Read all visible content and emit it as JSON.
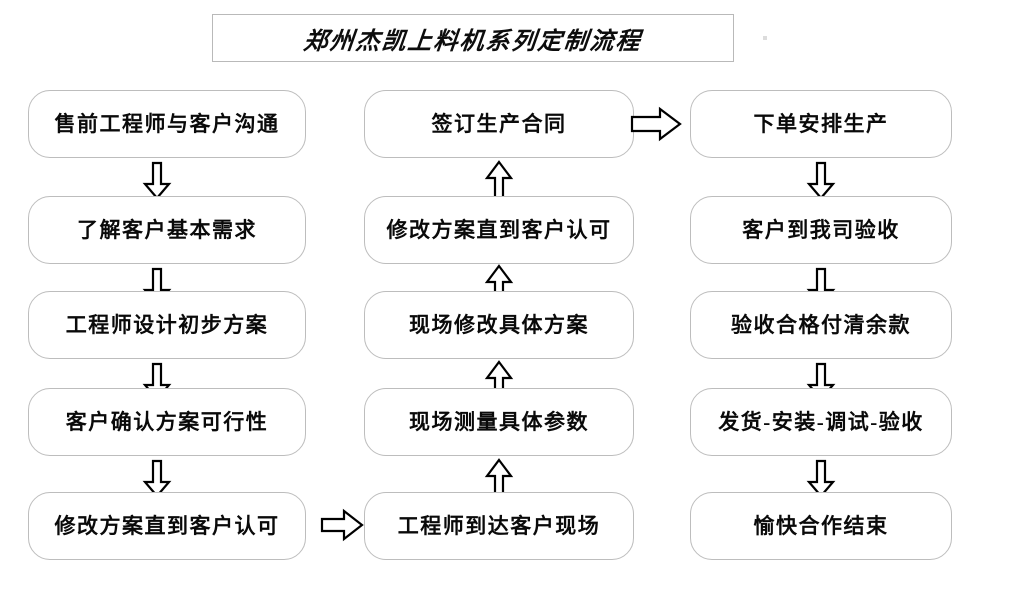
{
  "title": {
    "text": "郑州杰凯上料机系列定制流程"
  },
  "colors": {
    "box_border": "#bdbdbd",
    "title_border": "#b9b9b9",
    "text": "#0a0a0a",
    "arrow_stroke": "#000000",
    "background": "#ffffff"
  },
  "columns": [
    {
      "name": "pre-sales-column",
      "flow_direction": "down",
      "nodes": [
        {
          "id": "n1",
          "label": "售前工程师与客户沟通"
        },
        {
          "id": "n2",
          "label": "了解客户基本需求"
        },
        {
          "id": "n3",
          "label": "工程师设计初步方案"
        },
        {
          "id": "n4",
          "label": "客户确认方案可行性"
        },
        {
          "id": "n5",
          "label": "修改方案直到客户认可"
        }
      ]
    },
    {
      "name": "on-site-column",
      "flow_direction": "up",
      "nodes": [
        {
          "id": "n6",
          "label": "签订生产合同"
        },
        {
          "id": "n7",
          "label": "修改方案直到客户认可"
        },
        {
          "id": "n8",
          "label": "现场修改具体方案"
        },
        {
          "id": "n9",
          "label": "现场测量具体参数"
        },
        {
          "id": "n10",
          "label": "工程师到达客户现场"
        }
      ]
    },
    {
      "name": "production-column",
      "flow_direction": "down",
      "nodes": [
        {
          "id": "n11",
          "label": "下单安排生产"
        },
        {
          "id": "n12",
          "label": "客户到我司验收"
        },
        {
          "id": "n13",
          "label": "验收合格付清余款"
        },
        {
          "id": "n14",
          "label": "发货-安装-调试-验收"
        },
        {
          "id": "n15",
          "label": "愉快合作结束"
        }
      ]
    }
  ],
  "connectors": [
    {
      "id": "a1",
      "icon": "arrow-down-icon",
      "from": "n1",
      "to": "n2"
    },
    {
      "id": "a2",
      "icon": "arrow-down-icon",
      "from": "n2",
      "to": "n3"
    },
    {
      "id": "a3",
      "icon": "arrow-down-icon",
      "from": "n3",
      "to": "n4"
    },
    {
      "id": "a4",
      "icon": "arrow-down-icon",
      "from": "n4",
      "to": "n5"
    },
    {
      "id": "a5",
      "icon": "arrow-right-icon",
      "from": "n5",
      "to": "n10"
    },
    {
      "id": "a6",
      "icon": "arrow-up-icon",
      "from": "n10",
      "to": "n9"
    },
    {
      "id": "a7",
      "icon": "arrow-up-icon",
      "from": "n9",
      "to": "n8"
    },
    {
      "id": "a8",
      "icon": "arrow-up-icon",
      "from": "n8",
      "to": "n7"
    },
    {
      "id": "a9",
      "icon": "arrow-up-icon",
      "from": "n7",
      "to": "n6"
    },
    {
      "id": "a10",
      "icon": "arrow-right-icon",
      "from": "n6",
      "to": "n11"
    },
    {
      "id": "a11",
      "icon": "arrow-down-icon",
      "from": "n11",
      "to": "n12"
    },
    {
      "id": "a12",
      "icon": "arrow-down-icon",
      "from": "n12",
      "to": "n13"
    },
    {
      "id": "a13",
      "icon": "arrow-down-icon",
      "from": "n13",
      "to": "n14"
    },
    {
      "id": "a14",
      "icon": "arrow-down-icon",
      "from": "n14",
      "to": "n15"
    }
  ]
}
